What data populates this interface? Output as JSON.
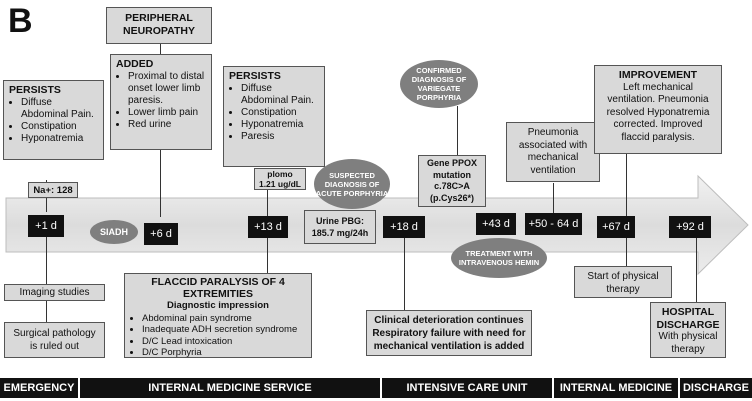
{
  "panel_label": "B",
  "days": [
    "+1 d",
    "+6 d",
    "+13 d",
    "+18 d",
    "+43 d",
    "+50 - 64 d",
    "+67 d",
    "+92 d"
  ],
  "ovals": {
    "siadh": "SIADH",
    "suspected": "SUSPECTED DIAGNOSIS OF ACUTE PORPHYRIA",
    "confirmed": "CONFIRMED DIAGNOSIS OF VARIEGATE PORPHYRIA",
    "treatment": "TREATMENT WITH INTRAVENOUS HEMIN"
  },
  "persists1": {
    "title": "PERSISTS",
    "items": [
      "Diffuse Abdominal Pain.",
      "Constipation",
      "Hyponatremia"
    ]
  },
  "na_box": "Na+: 128",
  "peripheral_neuropathy": "PERIPHERAL NEUROPATHY",
  "added": {
    "title": "ADDED",
    "items": [
      "Proximal to distal onset lower limb paresis.",
      "Lower limb pain",
      "Red urine"
    ]
  },
  "persists2": {
    "title": "PERSISTS",
    "items": [
      "Diffuse Abdominal Pain.",
      "Constipation",
      "Hyponatremia",
      "Paresis"
    ]
  },
  "plomo": {
    "line1": "plomo",
    "line2": "1.21 ug/dL"
  },
  "urine": {
    "line1": "Urine PBG:",
    "line2": "185.7 mg/24h"
  },
  "gene": {
    "line1": "Gene PPOX mutation",
    "line2": "c.78C>A",
    "line3": "(p.Cys26*)"
  },
  "pneumonia": "Pneumonia associated with mechanical ventilation",
  "improvement": {
    "title": "IMPROVEMENT",
    "text": "Left mechanical ventilation. Pneumonia resolved Hyponatremia corrected. Improved flaccid paralysis."
  },
  "imaging": "Imaging studies",
  "surgical": "Surgical pathology is ruled out",
  "flaccid": {
    "title": "FLACCID PARALYSIS OF 4 EXTREMITIES",
    "subtitle": "Diagnostic impression",
    "items": [
      "Abdominal pain syndrome",
      "Inadequate ADH secretion syndrome",
      "D/C Lead intoxication",
      "D/C Porphyria"
    ]
  },
  "deterioration": "Clinical deterioration continues Respiratory failure with need for mechanical ventilation is added",
  "physical_therapy": "Start of physical therapy",
  "discharge": {
    "title": "HOSPITAL DISCHARGE",
    "text": "With physical therapy"
  },
  "phases": [
    "EMERGENCY",
    "INTERNAL MEDICINE SERVICE",
    "INTENSIVE CARE UNIT",
    "INTERNAL MEDICINE",
    "DISCHARGE"
  ],
  "colors": {
    "arrow": "#e6e6e6",
    "box": "#d9d9d9",
    "oval": "#7f7f7f",
    "bar": "#111111"
  }
}
